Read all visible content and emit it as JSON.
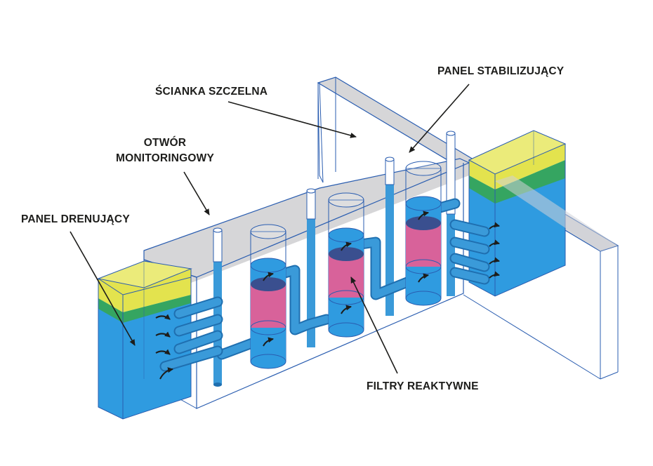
{
  "labels": {
    "panel_stabilizujacy": "PANEL STABILIZUJĄCY",
    "scianka_szczelna": "ŚCIANKA SZCZELNA",
    "otwor_line1": "OTWÓR",
    "otwor_line2": "MONITORINGOWY",
    "panel_drenujacy": "PANEL DRENUJĄCY",
    "filtry_reaktywne": "FILTRY REAKTYWNE"
  },
  "colors": {
    "outline": "#2a5db0",
    "water": "#2f9be0",
    "pipe": "#3a9ad9",
    "pipe_dark": "#1f6fb0",
    "filter_media": "#d8629a",
    "filter_top": "#3a4f8f",
    "wall_gray": "#d6d6d8",
    "soil_yellow": "#e3e34e",
    "soil_green": "#35a561",
    "text": "#1d1d1b"
  }
}
